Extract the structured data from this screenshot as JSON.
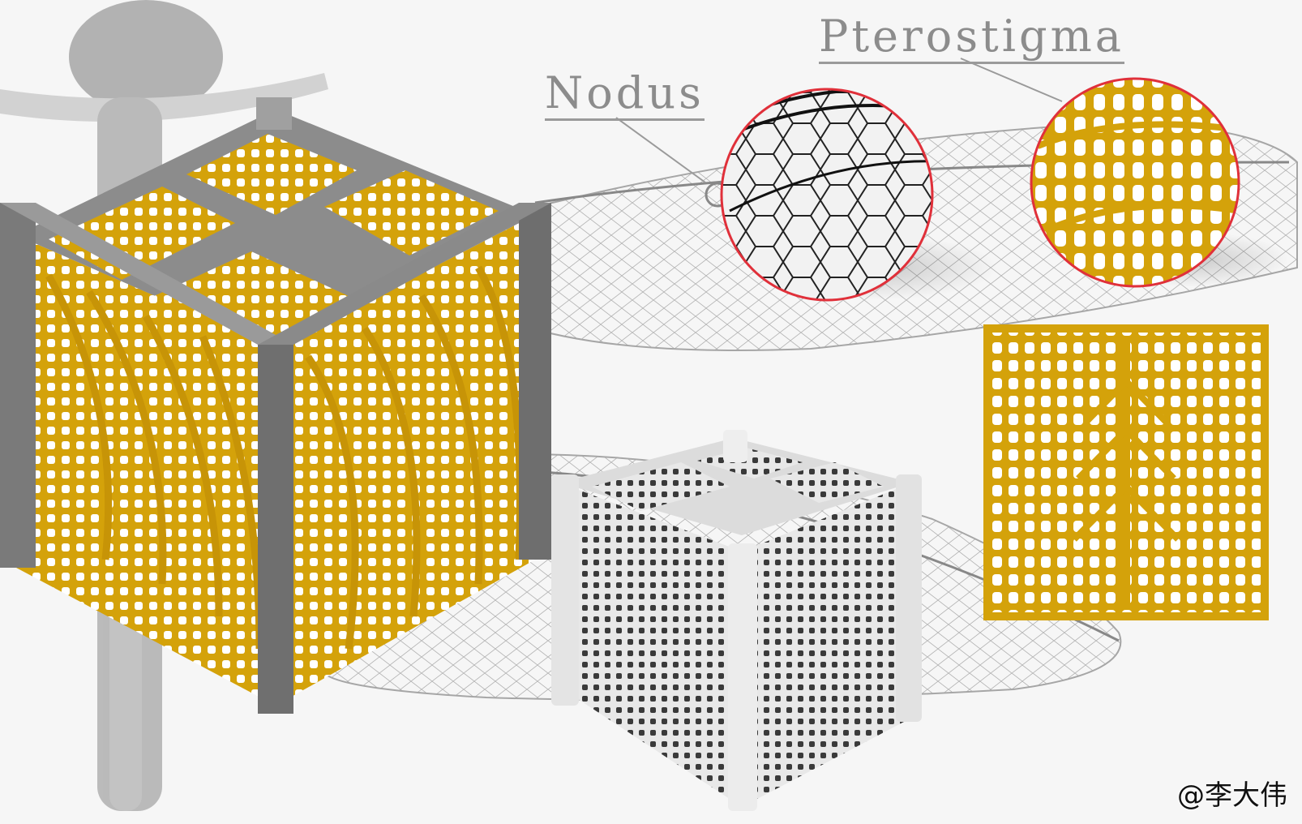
{
  "labels": {
    "nodus": "Nodus",
    "pterostigma": "Pterostigma"
  },
  "watermark": "@李大伟",
  "colors": {
    "gold": "#d4a20a",
    "gold_dark": "#b8860b",
    "frame_gray": "#7a7a7a",
    "frame_light": "#a9a9a9",
    "wing_vein": "#9a9a9a",
    "circle_border": "#e0303a",
    "white_print": "#e6e6e6",
    "background": "#f6f6f6"
  },
  "icons": {
    "wing": "dragonfly-wing-illustration",
    "gold_cube": "gold-lattice-cube-render",
    "white_cube": "white-3d-printed-cube",
    "nodus_zoom": "nodus-magnified-circle",
    "pterostigma_zoom": "pterostigma-magnified-circle",
    "panel": "lattice-panel-pattern"
  }
}
